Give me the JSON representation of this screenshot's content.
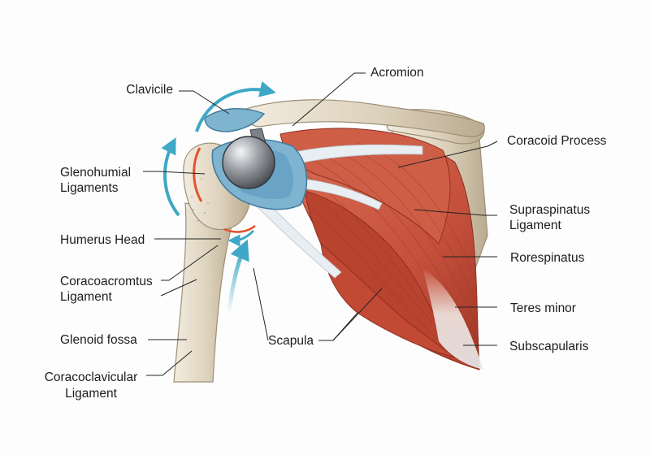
{
  "diagram": {
    "labels": {
      "clavicile": "Clavicile",
      "acromion": "Acromion",
      "glenohumial_line1": "Glenohumial",
      "glenohumial_line2": "Ligaments",
      "coracoid_process": "Coracoid Process",
      "supraspinatus_line1": "Supraspinatus",
      "supraspinatus_line2": "Ligament",
      "humerus_head": "Humerus Head",
      "rorespinatus": "Rorespinatus",
      "coracoacromtus_line1": "Coracoacromtus",
      "coracoacromtus_line2": "Ligament",
      "teres_minor": "Teres minor",
      "glenoid_fossa": "Glenoid fossa",
      "scapula": "Scapula",
      "subscapularis": "Subscapularis",
      "coracoclavicular_line1": "Coracoclavicular",
      "coracoclavicular_line2": "Ligament"
    },
    "colors": {
      "bone": "#ddd2bc",
      "bone_shadow": "#b9ab90",
      "muscle": "#c5513c",
      "muscle_dark": "#9e3626",
      "tendon": "#e6ebee",
      "cartilage": "#7fb4d0",
      "cartilage_dark": "#4a87ab",
      "metal": "#9a9ea3",
      "arrow": "#3ea8c6",
      "highlight": "#e0532f",
      "leader": "#222222"
    },
    "icons": [
      "rotation-arrow-icon"
    ]
  }
}
